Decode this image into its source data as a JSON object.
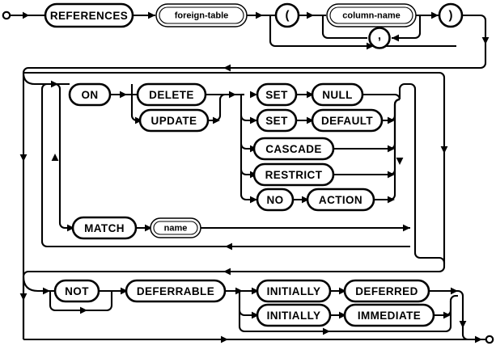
{
  "diagram": {
    "type": "railroad-syntax-diagram",
    "title": "REFERENCES clause syntax diagram",
    "start_marker": "circle",
    "end_marker": "circle",
    "rows": [
      {
        "id": "row-references",
        "nodes": [
          {
            "name": "references-keyword",
            "label": "REFERENCES",
            "kind": "terminal"
          },
          {
            "name": "foreign-table-ref",
            "label": "foreign-table",
            "kind": "nonterminal"
          },
          {
            "name": "open-paren",
            "label": "(",
            "kind": "terminal-circle"
          },
          {
            "name": "column-name-ref",
            "label": "column-name",
            "kind": "nonterminal"
          },
          {
            "name": "comma",
            "label": ",",
            "kind": "terminal-circle"
          },
          {
            "name": "close-paren",
            "label": ")",
            "kind": "terminal-circle"
          }
        ]
      },
      {
        "id": "row-on-actions",
        "nodes": [
          {
            "name": "on-keyword",
            "label": "ON",
            "kind": "terminal"
          },
          {
            "name": "delete-keyword",
            "label": "DELETE",
            "kind": "terminal"
          },
          {
            "name": "update-keyword",
            "label": "UPDATE",
            "kind": "terminal"
          },
          {
            "name": "set-keyword-null",
            "label": "SET",
            "kind": "terminal"
          },
          {
            "name": "null-keyword",
            "label": "NULL",
            "kind": "terminal"
          },
          {
            "name": "set-keyword-default",
            "label": "SET",
            "kind": "terminal"
          },
          {
            "name": "default-keyword",
            "label": "DEFAULT",
            "kind": "terminal"
          },
          {
            "name": "cascade-keyword",
            "label": "CASCADE",
            "kind": "terminal"
          },
          {
            "name": "restrict-keyword",
            "label": "RESTRICT",
            "kind": "terminal"
          },
          {
            "name": "no-keyword",
            "label": "NO",
            "kind": "terminal"
          },
          {
            "name": "action-keyword",
            "label": "ACTION",
            "kind": "terminal"
          },
          {
            "name": "match-keyword",
            "label": "MATCH",
            "kind": "terminal"
          },
          {
            "name": "name-ref",
            "label": "name",
            "kind": "nonterminal"
          }
        ]
      },
      {
        "id": "row-deferrable",
        "nodes": [
          {
            "name": "not-keyword",
            "label": "NOT",
            "kind": "terminal"
          },
          {
            "name": "deferrable-keyword",
            "label": "DEFERRABLE",
            "kind": "terminal"
          },
          {
            "name": "initially-keyword-deferred",
            "label": "INITIALLY",
            "kind": "terminal"
          },
          {
            "name": "deferred-keyword",
            "label": "DEFERRED",
            "kind": "terminal"
          },
          {
            "name": "initially-keyword-immediate",
            "label": "INITIALLY",
            "kind": "terminal"
          },
          {
            "name": "immediate-keyword",
            "label": "IMMEDIATE",
            "kind": "terminal"
          }
        ]
      }
    ],
    "labels": {
      "references": "REFERENCES",
      "foreign_table": "foreign-table",
      "open_paren": "(",
      "column_name": "column-name",
      "comma": ",",
      "close_paren": ")",
      "on": "ON",
      "delete": "DELETE",
      "update": "UPDATE",
      "set_1": "SET",
      "null": "NULL",
      "set_2": "SET",
      "default": "DEFAULT",
      "cascade": "CASCADE",
      "restrict": "RESTRICT",
      "no": "NO",
      "action": "ACTION",
      "match": "MATCH",
      "name": "name",
      "not": "NOT",
      "deferrable": "DEFERRABLE",
      "initially_1": "INITIALLY",
      "deferred": "DEFERRED",
      "initially_2": "INITIALLY",
      "immediate": "IMMEDIATE"
    },
    "colors": {
      "line": "#000000",
      "background": "#ffffff",
      "text": "#000000"
    }
  }
}
